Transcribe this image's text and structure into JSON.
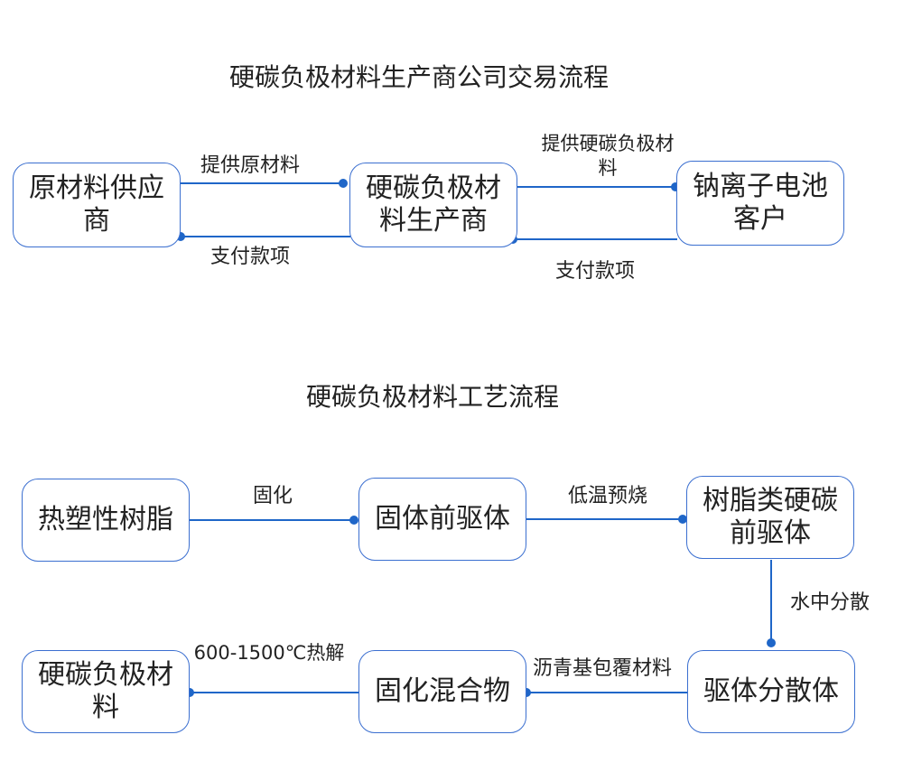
{
  "trade": {
    "title": "硬碳负极材料生产商公司交易流程",
    "nodes": {
      "supplier": "原材料供应商",
      "producer": "硬碳负极材料生产商",
      "customer": "钠离子电池客户"
    },
    "edges": {
      "supply_raw": "提供原材料",
      "pay_supplier": "支付款项",
      "supply_product": "提供硬碳负极材料",
      "pay_producer": "支付款项"
    }
  },
  "process": {
    "title": "硬碳负极材料工艺流程",
    "nodes": {
      "resin": "热塑性树脂",
      "solid_precursor": "固体前驱体",
      "resin_hc_precursor": "树脂类硬碳前驱体",
      "dispersion": "驱体分散体",
      "solid_mix": "固化混合物",
      "hard_carbon": "硬碳负极材料"
    },
    "edges": {
      "cure": "固化",
      "preburn": "低温预烧",
      "disperse": "水中分散",
      "coat": "沥青基包覆材料",
      "pyrolysis": "600-1500℃热解"
    }
  }
}
